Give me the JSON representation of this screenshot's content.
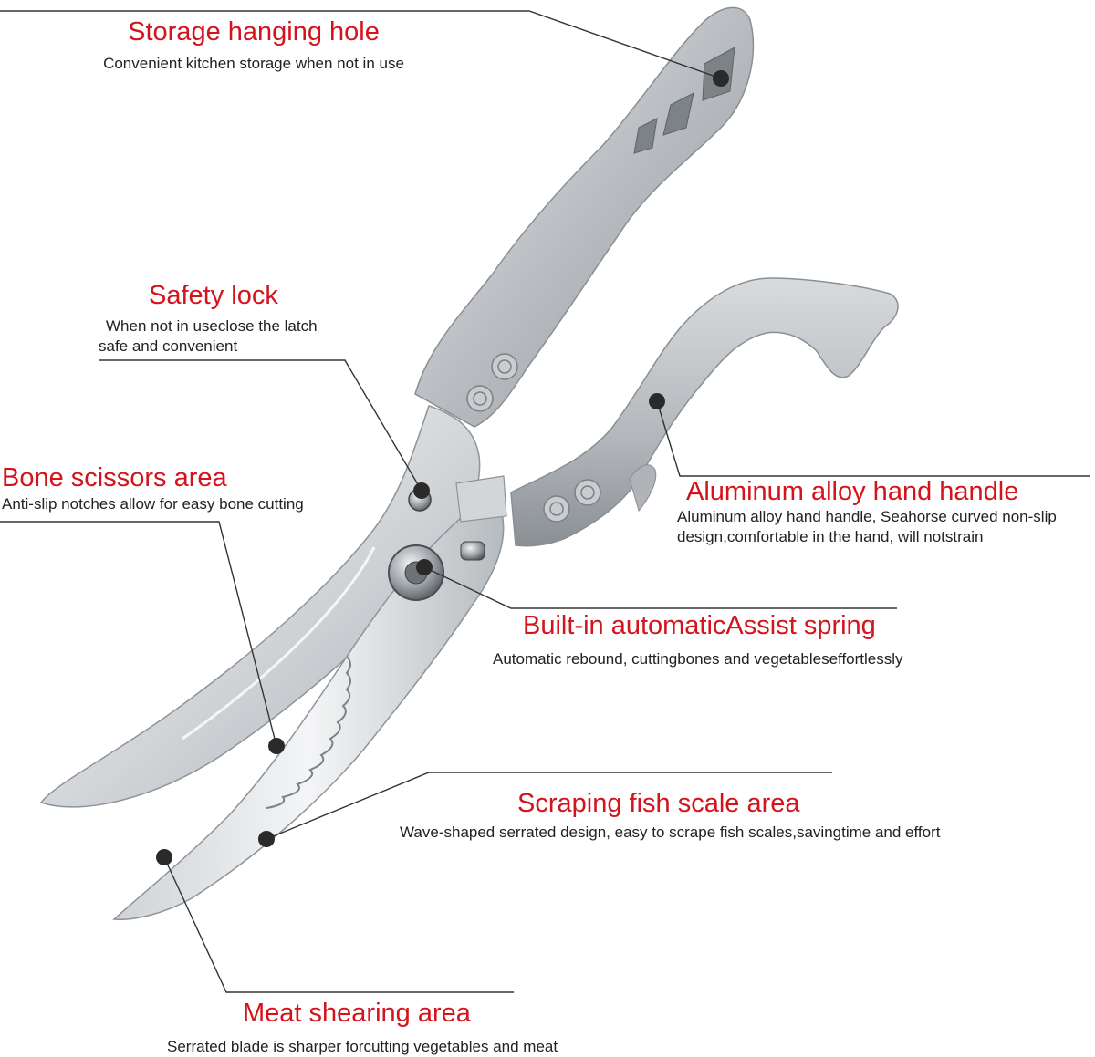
{
  "callouts": {
    "storage": {
      "title": "Storage hanging hole",
      "desc": "Convenient kitchen storage when not in use"
    },
    "safety": {
      "title": "Safety lock",
      "desc_1": "When not in useclose the latch",
      "desc_2": "safe and convenient"
    },
    "bone": {
      "title": "Bone scissors area",
      "desc": "Anti-slip notches allow for easy bone cutting"
    },
    "handle": {
      "title": "Aluminum alloy hand handle",
      "desc_1": "Aluminum alloy hand handle,   Seahorse curved non-slip",
      "desc_2": "design,comfortable in the hand, will notstrain"
    },
    "spring": {
      "title": "Built-in automaticAssist spring",
      "desc": "Automatic rebound, cuttingbones and vegetableseffortlessly"
    },
    "fish": {
      "title": "Scraping fish scale area",
      "desc": "Wave-shaped serrated design, easy to scrape fish scales,savingtime and effort"
    },
    "meat": {
      "title": "Meat shearing area",
      "desc": "Serrated blade is sharper forcutting vegetables and meat"
    }
  },
  "colors": {
    "title": "#d4141c",
    "text": "#222222",
    "leader": "#333333",
    "metal": "#bfc3c7",
    "blade": "#e6e8ea"
  }
}
